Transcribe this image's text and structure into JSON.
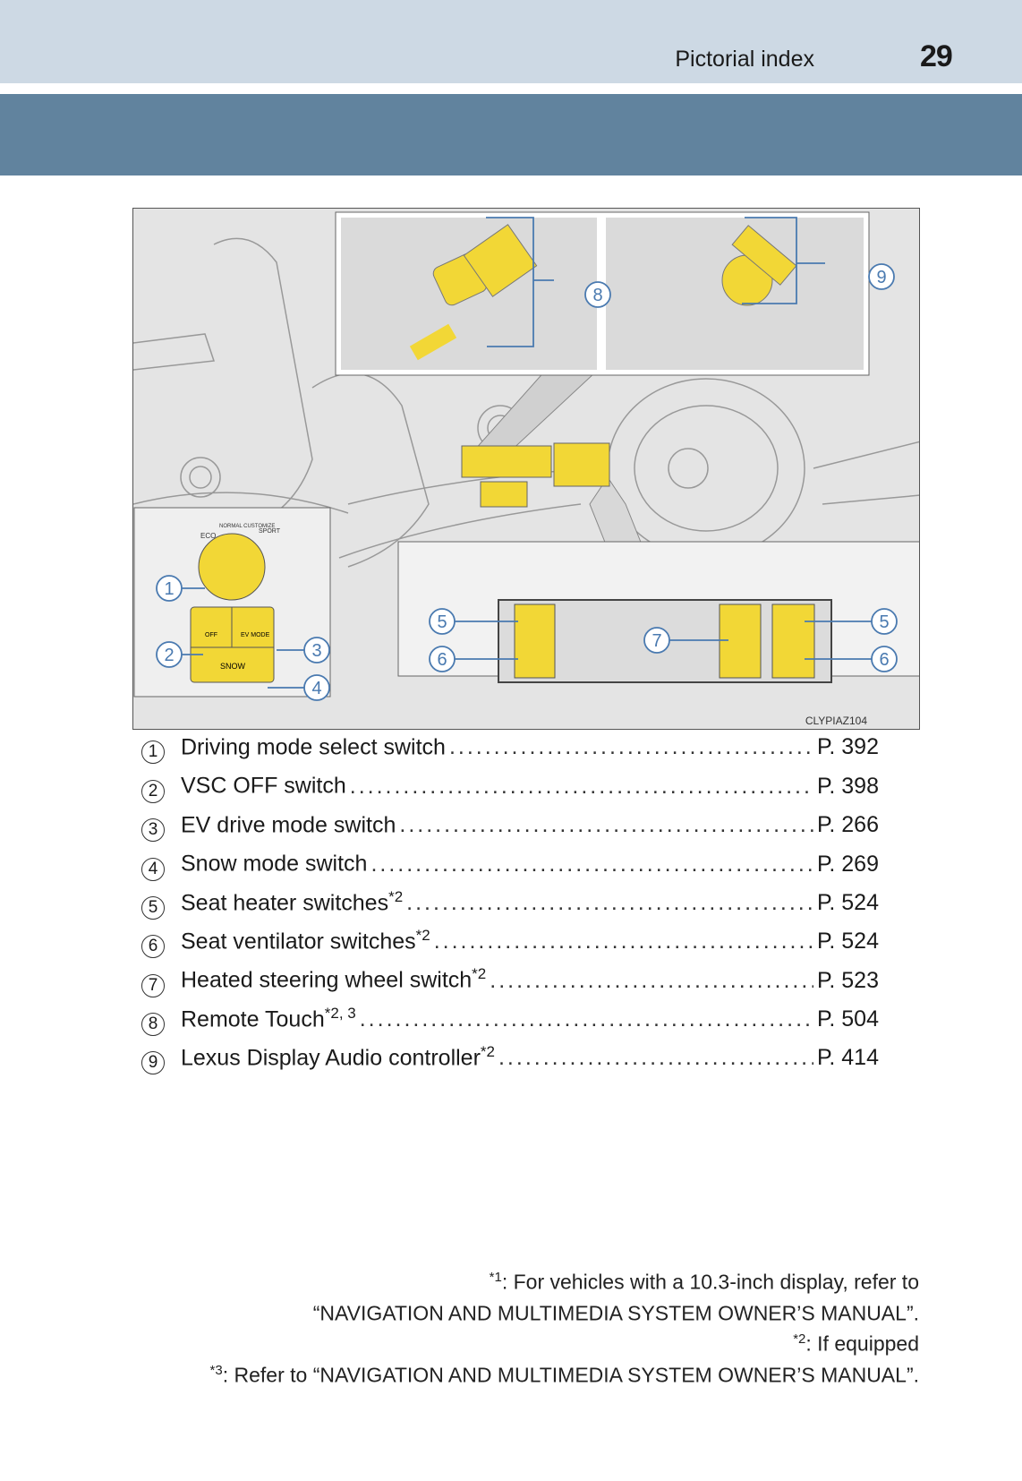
{
  "header": {
    "section_title": "Pictorial index",
    "page_number": "29"
  },
  "figure": {
    "caption": "CLYPIAZ104",
    "callouts": [
      "1",
      "2",
      "3",
      "4",
      "5",
      "6",
      "7",
      "5",
      "6",
      "8",
      "9"
    ],
    "switch_labels": {
      "eco": "ECO",
      "normal": "NORMAL CUSTOMIZE",
      "sport": "SPORT",
      "off": "OFF",
      "ev": "EV MODE",
      "snow": "SNOW"
    }
  },
  "items": [
    {
      "n": "1",
      "label": "Driving mode select switch",
      "sup": "",
      "page": "P. 392"
    },
    {
      "n": "2",
      "label": "VSC OFF switch",
      "sup": "",
      "page": "P. 398"
    },
    {
      "n": "3",
      "label": "EV drive mode switch",
      "sup": "",
      "page": "P. 266"
    },
    {
      "n": "4",
      "label": "Snow mode switch",
      "sup": "",
      "page": "P. 269"
    },
    {
      "n": "5",
      "label": "Seat heater switches",
      "sup": "*2",
      "page": "P. 524"
    },
    {
      "n": "6",
      "label": "Seat ventilator switches",
      "sup": "*2",
      "page": "P. 524"
    },
    {
      "n": "7",
      "label": "Heated steering wheel switch",
      "sup": "*2",
      "page": "P. 523"
    },
    {
      "n": "8",
      "label": "Remote Touch",
      "sup": "*2, 3",
      "page": "P. 504"
    },
    {
      "n": "9",
      "label": "Lexus Display Audio controller",
      "sup": "*2",
      "page": "P. 414"
    }
  ],
  "footnotes": [
    {
      "mark": "*1",
      "text": ": For vehicles with a 10.3-inch display, refer to"
    },
    {
      "mark": "",
      "text": "“NAVIGATION AND MULTIMEDIA SYSTEM OWNER’S MANUAL”."
    },
    {
      "mark": "*2",
      "text": ": If equipped"
    },
    {
      "mark": "*3",
      "text": ": Refer to “NAVIGATION AND MULTIMEDIA SYSTEM OWNER’S MANUAL”."
    }
  ]
}
